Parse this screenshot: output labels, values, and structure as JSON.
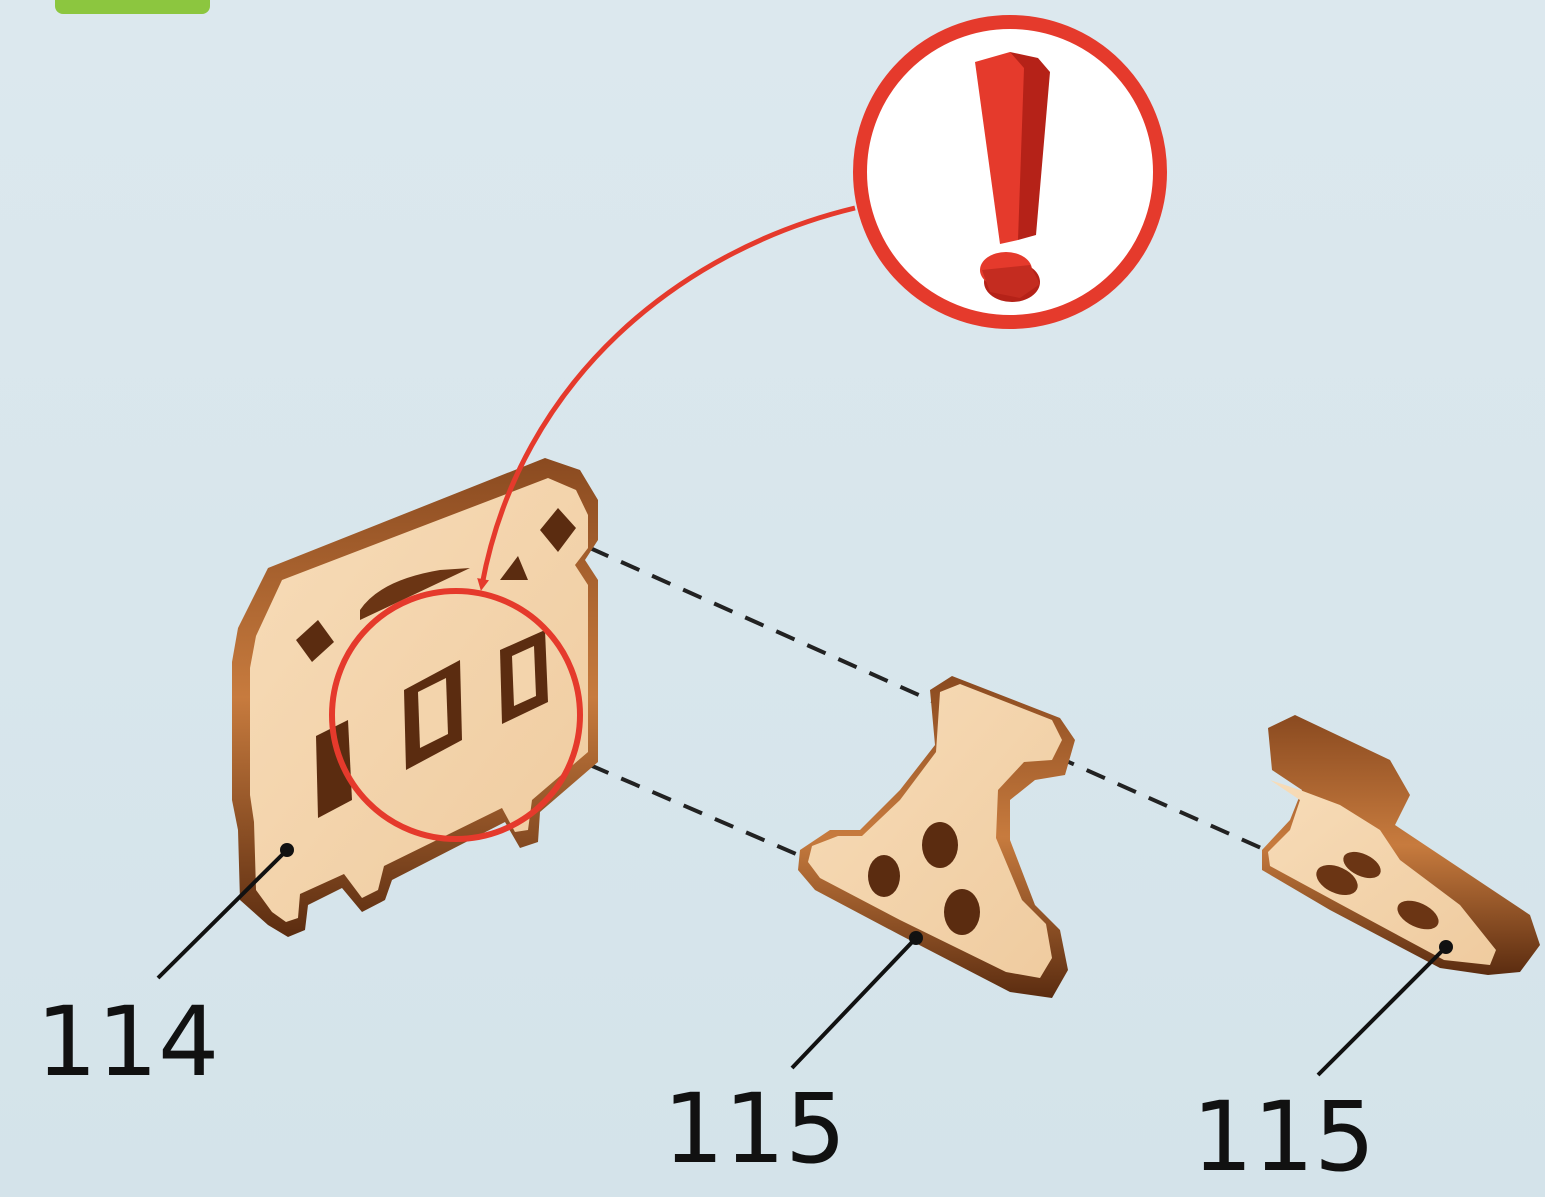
{
  "diagram": {
    "parts": [
      {
        "id": "part-114",
        "label": "114"
      },
      {
        "id": "part-115-a",
        "label": "115"
      },
      {
        "id": "part-115-b",
        "label": "115"
      }
    ],
    "warning_icon": "exclamation-icon",
    "colors": {
      "background": "#d8e6ec",
      "wood_face": "#f3d4ac",
      "wood_edge_dark": "#6b3514",
      "wood_edge_mid": "#a4602f",
      "warning_red": "#e53a2c",
      "label_text": "#111111"
    }
  }
}
